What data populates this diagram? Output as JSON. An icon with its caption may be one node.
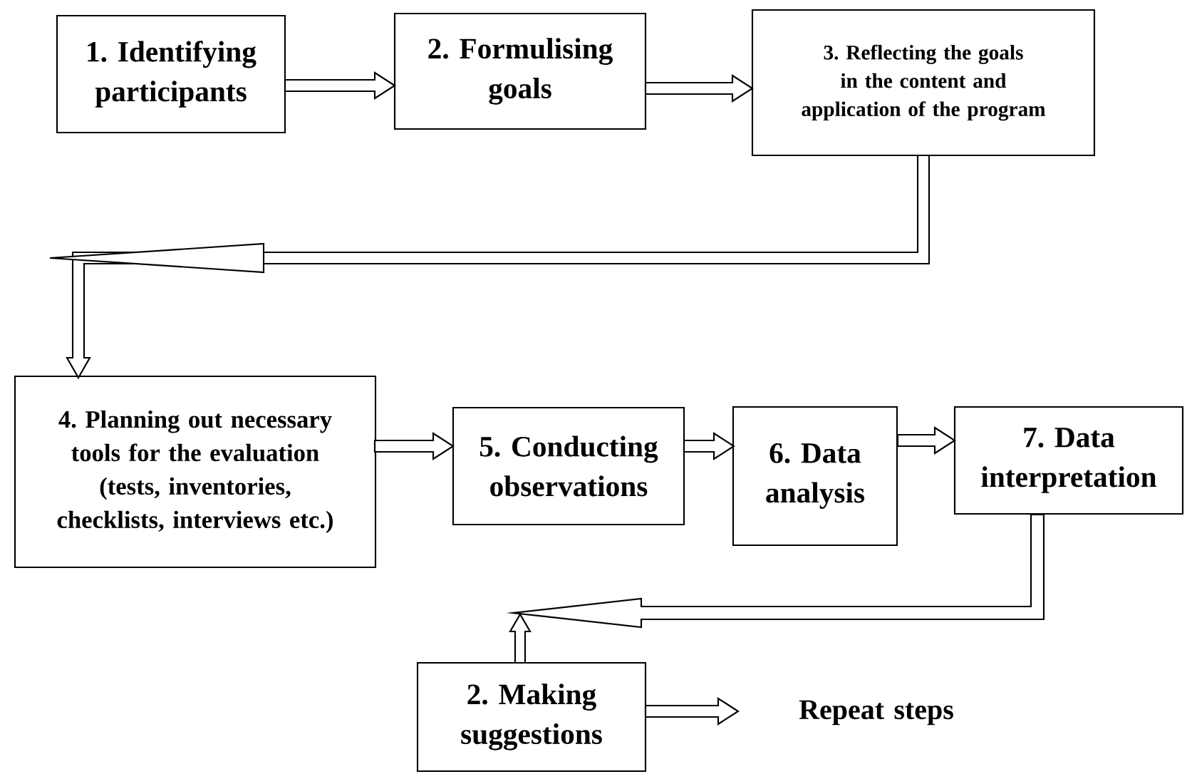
{
  "diagram": {
    "nodes": [
      {
        "text": [
          "1. Identifying participants"
        ]
      },
      {
        "text": [
          "2. Formulising goals"
        ]
      },
      {
        "text": [
          "3. Reflecting the goals in the content and application of the program"
        ]
      },
      {
        "text": [
          "4.  Planning out necessary tools for the evaluation (tests, inventories, checklists, interviews etc.)"
        ]
      },
      {
        "text": [
          "5. Conducting observations"
        ]
      },
      {
        "text": [
          "6. Data analysis"
        ]
      },
      {
        "text": [
          "7. Data interpretation"
        ]
      },
      {
        "text": [
          "2. Making suggestions"
        ]
      },
      {
        "text": [
          "Repeat steps"
        ]
      }
    ],
    "edges": [
      {
        "from": 0,
        "to": 1,
        "arrow": "to"
      },
      {
        "from": 1,
        "to": 2,
        "arrow": "to"
      },
      {
        "from": 2,
        "to": 3,
        "arrow": "to"
      },
      {
        "from": 3,
        "to": 4,
        "arrow": "to"
      },
      {
        "from": 4,
        "to": 5,
        "arrow": "to"
      },
      {
        "from": 5,
        "to": 6,
        "arrow": "to"
      },
      {
        "from": 6,
        "to": 7,
        "arrow": "to"
      },
      {
        "from": 7,
        "to": null,
        "arrow": "to"
      },
      {
        "from": 7,
        "to": 8,
        "arrow": "to"
      }
    ]
  }
}
